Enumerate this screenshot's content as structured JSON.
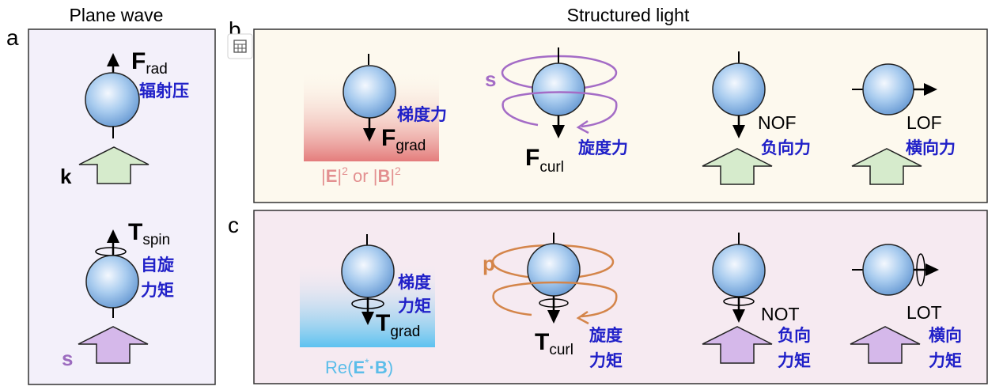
{
  "colors": {
    "chinese_label": "#2020c8",
    "panel_a_bg": "#f3f0fa",
    "panel_b_bg": "#fdf9ee",
    "panel_c_bg": "#f6eaf1",
    "sphere": "#9dc3ec",
    "k_arrow": "#d6ebcc",
    "s_arrow": "#d5b8ea",
    "spin_loop": "#a46cc6",
    "p_loop": "#d4854a",
    "grad_red": "#e98a8a",
    "grad_blue": "#6fc6ef"
  },
  "headers": {
    "left": "Plane wave",
    "right": "Structured light"
  },
  "panel_labels": {
    "a": "a",
    "b": "b",
    "c": "c"
  },
  "panel_a": {
    "f_rad_main": "F",
    "f_rad_sub": "rad",
    "f_rad_cn": "辐射压",
    "k_label": "k",
    "t_spin_main": "T",
    "t_spin_sub": "spin",
    "t_spin_cn_1": "自旋",
    "t_spin_cn_2": "力矩",
    "s_label": "s"
  },
  "panel_b": {
    "grad_cn": "梯度力",
    "f_grad_main": "F",
    "f_grad_sub": "grad",
    "grad_caption_p1": "|",
    "grad_caption_e": "E",
    "grad_caption_p2": "|",
    "grad_caption_sup": "2",
    "grad_caption_or": " or |",
    "grad_caption_b": "B",
    "grad_caption_p3": "|",
    "grad_caption_sup2": "2",
    "s_label": "s",
    "f_curl_main": "F",
    "f_curl_sub": "curl",
    "curl_cn": "旋度力",
    "nof_label": "NOF",
    "nof_cn": "负向力",
    "lof_label": "LOF",
    "lof_cn": "横向力"
  },
  "panel_c": {
    "grad_cn_1": "梯度",
    "grad_cn_2": "力矩",
    "t_grad_main": "T",
    "t_grad_sub": "grad",
    "re_caption_1": "Re(",
    "re_caption_e": "E",
    "re_caption_star": "*",
    "re_caption_dot": "·",
    "re_caption_b": "B",
    "re_caption_2": ")",
    "p_label": "p",
    "t_curl_main": "T",
    "t_curl_sub": "curl",
    "curl_cn_1": "旋度",
    "curl_cn_2": "力矩",
    "not_label": "NOT",
    "not_cn_1": "负向",
    "not_cn_2": "力矩",
    "lot_label": "LOT",
    "lot_cn_1": "横向",
    "lot_cn_2": "力矩"
  },
  "overlay": {
    "icon": "table-grid-icon"
  }
}
